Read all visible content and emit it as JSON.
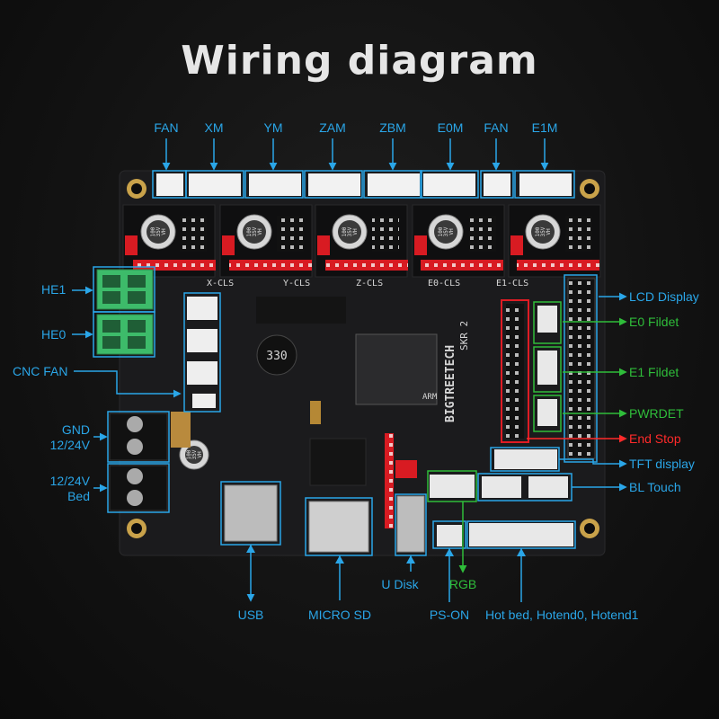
{
  "title": "Wiring diagram",
  "top_labels": [
    "FAN",
    "XM",
    "YM",
    "ZAM",
    "ZBM",
    "E0M",
    "FAN",
    "E1M"
  ],
  "left_labels": {
    "he1": "HE1",
    "he0": "HE0",
    "cnc_fan": "CNC FAN",
    "gnd": "GND",
    "v_power": "12/24V",
    "v_bed": "12/24V",
    "bed": "Bed"
  },
  "right_labels": {
    "lcd": "LCD Display",
    "e0_fildet": "E0 Fildet",
    "e1_fildet": "E1 Fildet",
    "pwrdet": "PWRDET",
    "end_stop": "End Stop",
    "tft": "TFT display",
    "bl_touch": "BL Touch"
  },
  "bottom_labels": {
    "usb": "USB",
    "micro_sd": "MICRO SD",
    "u_disk": "U Disk",
    "rgb": "RGB",
    "ps_on": "PS-ON",
    "heaters": "Hot bed, Hotend0, Hotend1"
  },
  "board_silk": {
    "driver_slots": [
      "X-CLS",
      "Y-CLS",
      "Z-CLS",
      "E0-CLS",
      "E1-CLS"
    ],
    "brand": "BIGTREETECH",
    "model": "SKR 2",
    "inductor": "330",
    "chip_brand": "ARM",
    "cap_text": [
      "100",
      "35V",
      "VH"
    ]
  },
  "colors": {
    "callout_blue": "#2aa6e8",
    "callout_green": "#2fbd3a",
    "callout_red": "#ff2a2a",
    "board": "#1b1b1d",
    "header_red": "#e01c24",
    "terminal_green": "#3dbb6a"
  }
}
